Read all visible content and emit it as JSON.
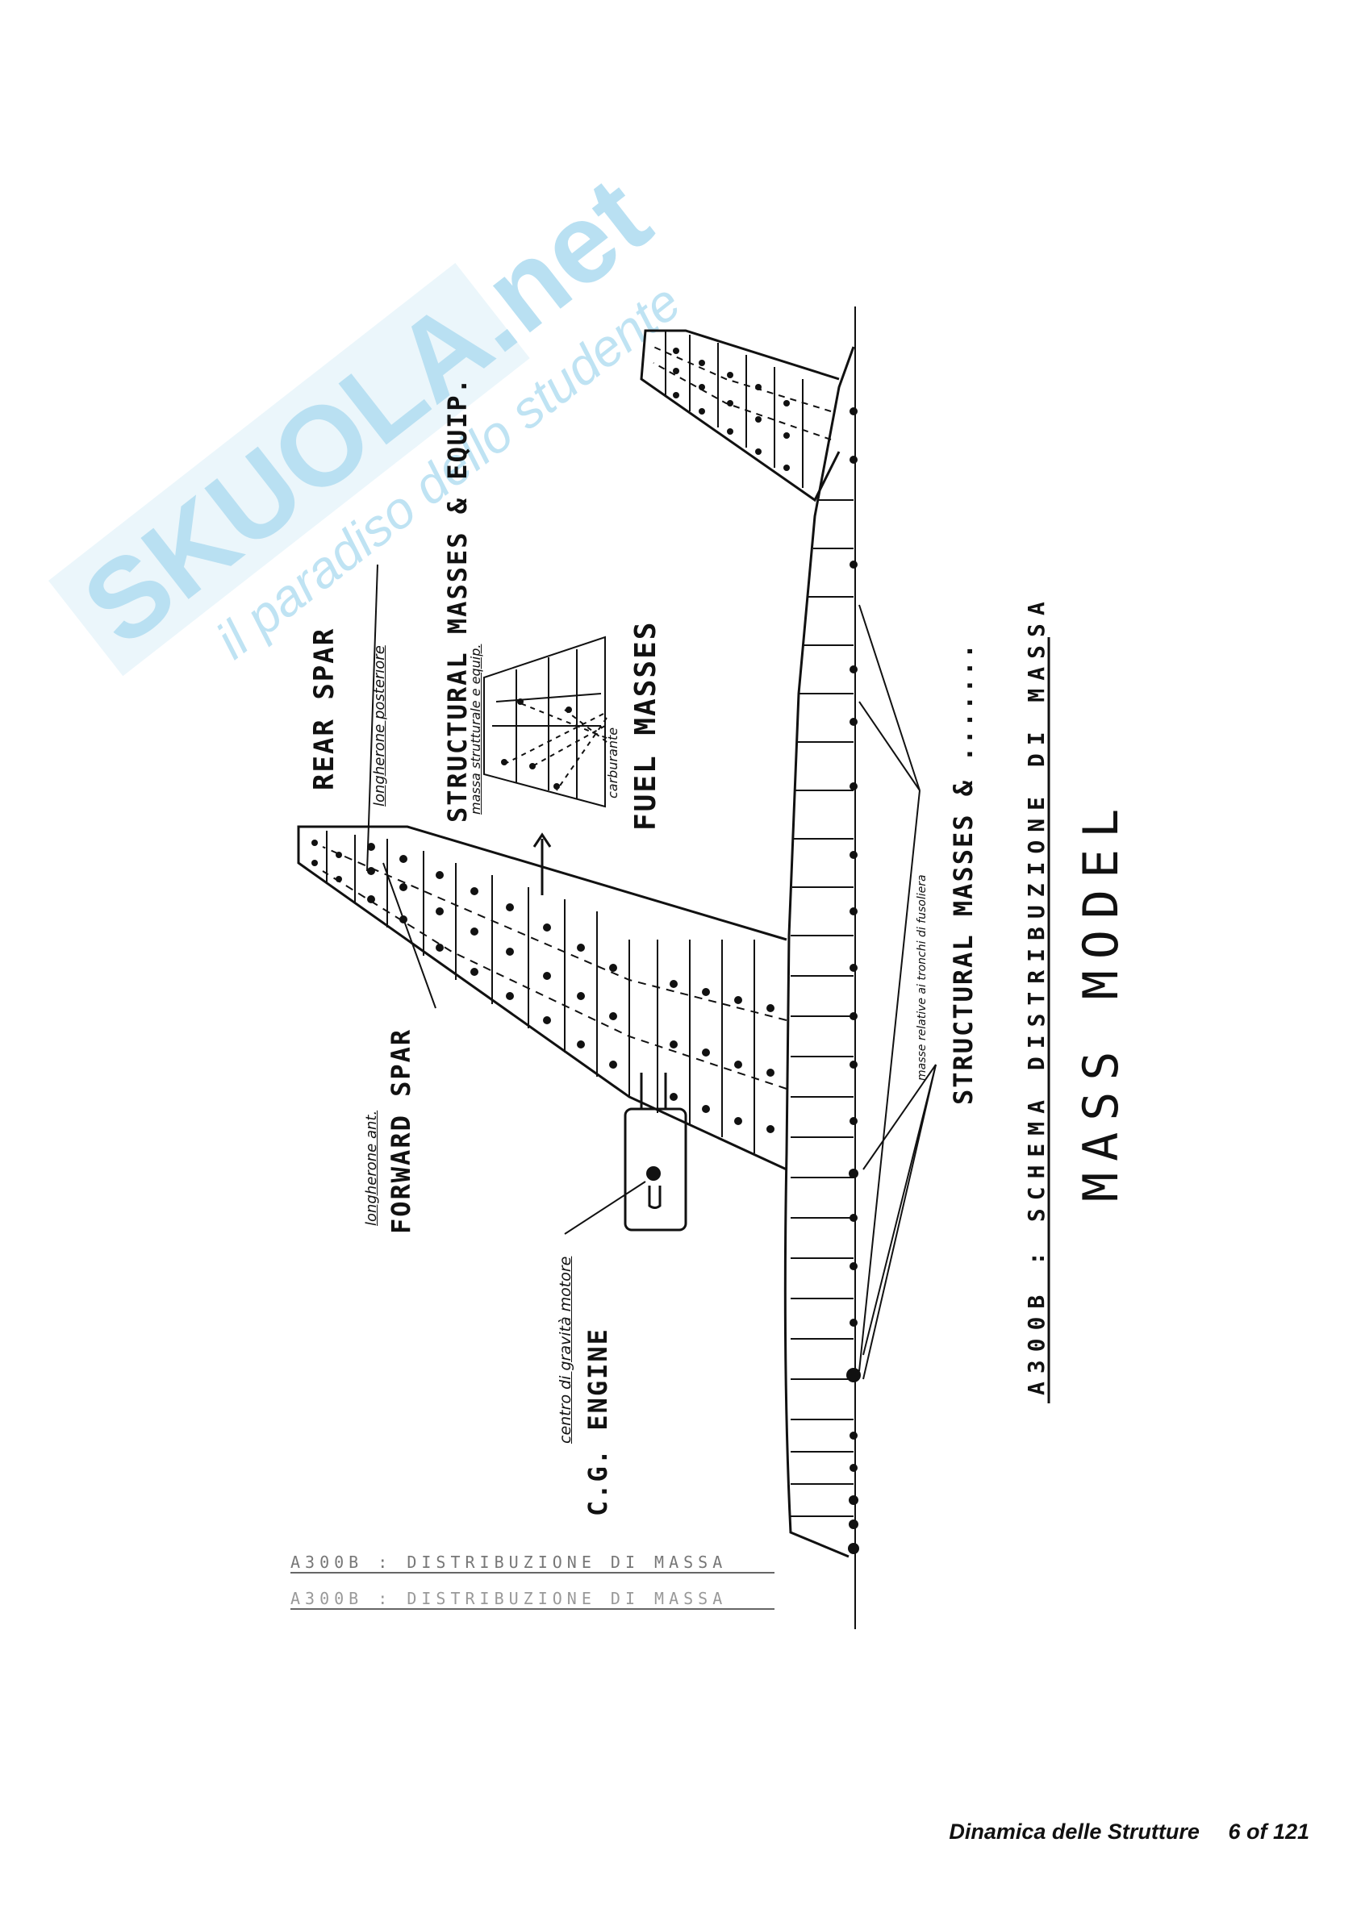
{
  "watermark": {
    "brand": "SKUOLA.net",
    "tagline": "il paradiso dello studente",
    "color": "#9fd3ea",
    "accent": "#f0e79a"
  },
  "labels": {
    "rear_spar": "REAR SPAR",
    "rear_spar_it": "longherone posteriore",
    "structural_masses_equip": "STRUCTURAL MASSES & EQUIP.",
    "structural_masses_equip_it": "massa strutturale e equip.",
    "fuel_masses": "FUEL MASSES",
    "fuel_it": "carburante",
    "forward_spar_it": "longherone ant.",
    "forward_spar": "FORWARD SPAR",
    "engine_cg_it": "centro di gravità motore",
    "engine_cg": "C.G. ENGINE",
    "masses_it": "masse relative ai tronchi di fusoliera",
    "structural_masses": "STRUCTURAL MASSES & .......",
    "schema": "A300B : SCHEMA DISTRIBUZIONE DI MASSA",
    "mass_model": "MASS MODEL",
    "faded_1": "A300B : DISTRIBUZIONE DI MASSA",
    "faded_2": "A300B : DISTRIBUZIONE DI MASSA"
  },
  "footer": {
    "title": "Dinamica delle Strutture",
    "page": "6 of 121"
  }
}
